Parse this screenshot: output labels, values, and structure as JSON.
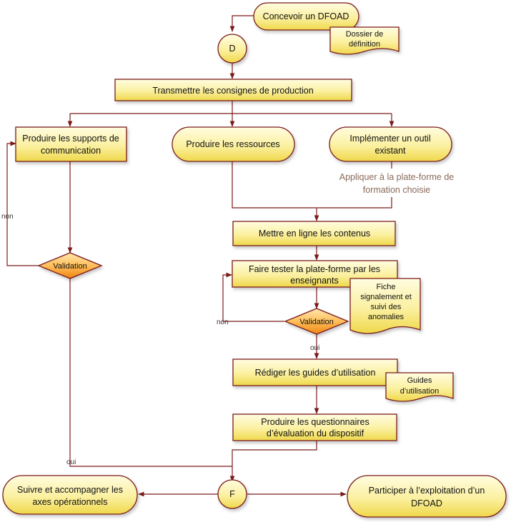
{
  "nodes": {
    "start": [
      "Concevoir un DFOAD"
    ],
    "dossier": [
      "Dossier de",
      "définition"
    ],
    "d_connector": "D",
    "transmettre": [
      "Transmettre les consignes de production"
    ],
    "supports": [
      "Produire les supports de",
      "communication"
    ],
    "ressources": [
      "Produire les ressources"
    ],
    "implementer": [
      "Implémenter un outil",
      "existant"
    ],
    "appliquer": [
      "Appliquer à la plate-forme de",
      "formation choisie"
    ],
    "mettre_en_ligne": [
      "Mettre en ligne les contenus"
    ],
    "faire_tester": [
      "Faire tester la plate-forme par les",
      "enseignants"
    ],
    "fiche": [
      "Fiche",
      "signalement et",
      "suivi des",
      "anomalies"
    ],
    "validation_left": "Validation",
    "validation_right": "Validation",
    "rediger": [
      "Rédiger les guides d’utilisation"
    ],
    "guides": [
      "Guides",
      "d’utilisation"
    ],
    "questionnaires": [
      "Produire les questionnaires",
      "d’évaluation du dispositif"
    ],
    "f_connector": "F",
    "suivre": [
      "Suivre et accompagner les",
      "axes opérationnels"
    ],
    "participer": [
      "Participer à l’exploitation d’un",
      "DFOAD"
    ]
  },
  "edges": {
    "non_left": "non",
    "non_right": "non",
    "oui_right": "oui",
    "oui_left": "oui"
  },
  "colors": {
    "stroke": "#7a1a1a",
    "box_fill_light": "#fffbd0",
    "box_fill_dark": "#f3e060",
    "diamond_fill_light": "#ffd27a",
    "diamond_fill_dark": "#f08a18",
    "link_text": "#8a6a5a"
  }
}
